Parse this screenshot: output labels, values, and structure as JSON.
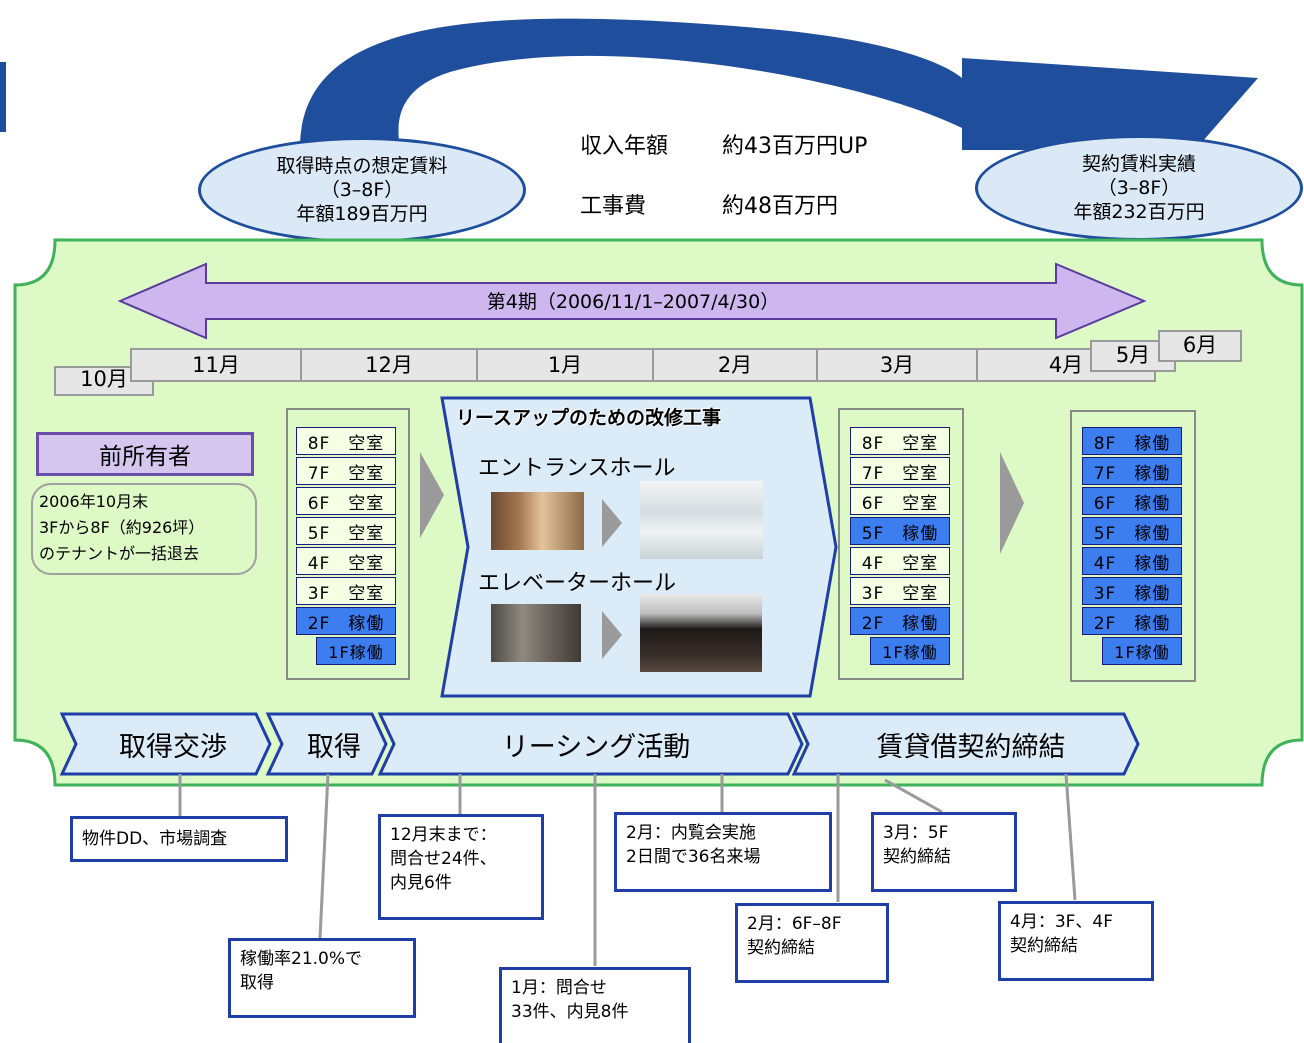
{
  "top": {
    "before_ellipse": [
      "取得時点の想定賃料",
      "（3–8F）",
      "年額189百万円"
    ],
    "after_ellipse": [
      "契約賃料実績",
      "（3–8F）",
      "年額232百万円"
    ],
    "income_label": "収入年額",
    "income_value": "約43百万円UP",
    "cost_label": "工事費",
    "cost_value": "約48百万円"
  },
  "period_label": "第4期（2006/11/1–2007/4/30）",
  "months": [
    "10月",
    "11月",
    "12月",
    "1月",
    "2月",
    "3月",
    "4月",
    "5月",
    "6月"
  ],
  "previous_owner": {
    "title": "前所有者",
    "note": [
      "2006年10月末",
      "3Fから8F（約926坪）",
      "のテナントが一括退去"
    ]
  },
  "renovation": {
    "title": "リースアップのための改修工事",
    "entrance": "エントランスホール",
    "elevator": "エレベーターホール"
  },
  "stack1": [
    {
      "floor": "8F",
      "status": "空室"
    },
    {
      "floor": "7F",
      "status": "空室"
    },
    {
      "floor": "6F",
      "status": "空室"
    },
    {
      "floor": "5F",
      "status": "空室"
    },
    {
      "floor": "4F",
      "status": "空室"
    },
    {
      "floor": "3F",
      "status": "空室"
    },
    {
      "floor": "2F",
      "status": "稼働"
    },
    {
      "floor": "1F",
      "status": "稼働"
    }
  ],
  "stack2": [
    {
      "floor": "8F",
      "status": "空室"
    },
    {
      "floor": "7F",
      "status": "空室"
    },
    {
      "floor": "6F",
      "status": "空室"
    },
    {
      "floor": "5F",
      "status": "稼働"
    },
    {
      "floor": "4F",
      "status": "空室"
    },
    {
      "floor": "3F",
      "status": "空室"
    },
    {
      "floor": "2F",
      "status": "稼働"
    },
    {
      "floor": "1F",
      "status": "稼働"
    }
  ],
  "stack3": [
    {
      "floor": "8F",
      "status": "稼働"
    },
    {
      "floor": "7F",
      "status": "稼働"
    },
    {
      "floor": "6F",
      "status": "稼働"
    },
    {
      "floor": "5F",
      "status": "稼働"
    },
    {
      "floor": "4F",
      "status": "稼働"
    },
    {
      "floor": "3F",
      "status": "稼働"
    },
    {
      "floor": "2F",
      "status": "稼働"
    },
    {
      "floor": "1F",
      "status": "稼働"
    }
  ],
  "phases": [
    "取得交渉",
    "取得",
    "リーシング活動",
    "賃貸借契約締結"
  ],
  "notes": {
    "dd": [
      "物件DD、市場調査"
    ],
    "acquire": [
      "稼働率21.0%で",
      "取得"
    ],
    "dec": [
      "12月末まで：",
      "問合せ24件、",
      "内見6件"
    ],
    "jan": [
      "1月：問合せ",
      "33件、内見8件"
    ],
    "feb_event": [
      "2月：内覧会実施",
      "2日間で36名来場"
    ],
    "feb_contract": [
      "2月：6F–8F",
      "契約締結"
    ],
    "mar_contract": [
      "3月：5F",
      "契約締結"
    ],
    "apr_contract": [
      "4月：3F、4F",
      "契約締結"
    ]
  },
  "colors": {
    "panel": "#ddf9c5",
    "panel_border": "#3fb25a",
    "navy": "#1f4e9c",
    "occupied": "#3c7df0",
    "vacant": "#f4ffe4",
    "period_arrow": "#cdb7ee",
    "owner_label": "#d5c6f0"
  }
}
